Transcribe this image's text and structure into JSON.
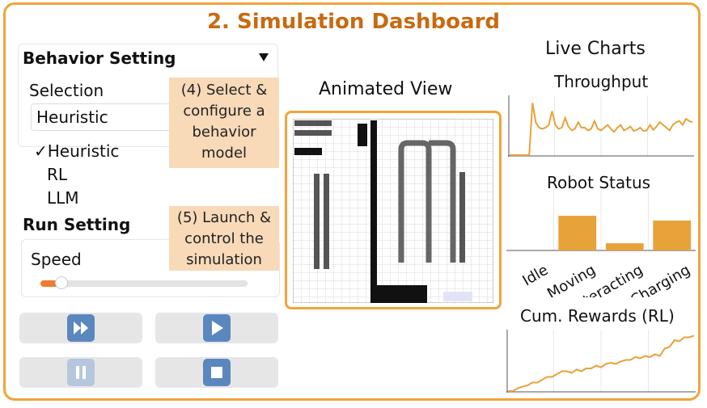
{
  "dashboard": {
    "title": "2. Simulation Dashboard"
  },
  "behavior": {
    "header": "Behavior Setting",
    "toggle_icon": "triangle-down-icon",
    "selection_label": "Selection",
    "selected": "Heuristic",
    "check": "✓",
    "options": [
      "Heuristic",
      "RL",
      "LLM"
    ],
    "note": "(4) Select & configure a behavior model"
  },
  "run": {
    "header": "Run Setting",
    "speed_label": "Speed",
    "speed_fraction": 0.08,
    "note": "(5) Launch & control the simulation",
    "buttons": [
      "fast-forward-icon",
      "play-icon",
      "pause-icon",
      "stop-icon"
    ],
    "colors": {
      "accent": "#f07a2e",
      "button": "#5b87bf"
    }
  },
  "animated": {
    "title": "Animated View"
  },
  "charts": {
    "header": "Live Charts",
    "throughput_title": "Throughput",
    "status_title": "Robot Status",
    "rewards_title": "Cum. Rewards (RL)",
    "color": "#e8a23a"
  },
  "chart_data": [
    {
      "type": "line",
      "title": "Throughput",
      "x": [
        0,
        1,
        2,
        3,
        4,
        5,
        6,
        7,
        8,
        9,
        10,
        11,
        12,
        13,
        14,
        15,
        16,
        17,
        18,
        19,
        20,
        21,
        22,
        23,
        24,
        25,
        26,
        27,
        28,
        29,
        30,
        31,
        32,
        33,
        34,
        35,
        36,
        37,
        38,
        39,
        40,
        41,
        42,
        43,
        44,
        45,
        46,
        47,
        48,
        49,
        50,
        51,
        52,
        53,
        54,
        55,
        56
      ],
      "values": [
        0.0,
        0.0,
        0.0,
        0.0,
        0.0,
        0.0,
        0.0,
        0.95,
        0.6,
        0.5,
        0.48,
        0.5,
        0.55,
        0.8,
        0.55,
        0.48,
        0.5,
        0.68,
        0.52,
        0.45,
        0.48,
        0.6,
        0.5,
        0.5,
        0.45,
        0.48,
        0.62,
        0.48,
        0.45,
        0.5,
        0.55,
        0.48,
        0.42,
        0.5,
        0.55,
        0.45,
        0.48,
        0.52,
        0.44,
        0.46,
        0.5,
        0.44,
        0.45,
        0.55,
        0.46,
        0.52,
        0.6,
        0.55,
        0.5,
        0.45,
        0.55,
        0.6,
        0.62,
        0.55,
        0.66,
        0.62,
        0.6
      ],
      "grid": true
    },
    {
      "type": "bar",
      "title": "Robot Status",
      "categories": [
        "Idle",
        "Moving",
        "Interacting",
        "Charging"
      ],
      "values": [
        0,
        0.58,
        0.12,
        0.5
      ],
      "grid": true
    },
    {
      "type": "line",
      "title": "Cum. Rewards (RL)",
      "x": [
        0,
        1,
        2,
        3,
        4,
        5,
        6,
        7,
        8,
        9,
        10,
        11,
        12,
        13,
        14,
        15,
        16,
        17,
        18,
        19,
        20,
        21,
        22,
        23,
        24,
        25,
        26,
        27,
        28,
        29,
        30,
        31,
        32,
        33,
        34,
        35,
        36,
        37,
        38
      ],
      "values": [
        0.0,
        0.0,
        0.05,
        0.08,
        0.1,
        0.15,
        0.15,
        0.2,
        0.25,
        0.25,
        0.3,
        0.35,
        0.35,
        0.32,
        0.38,
        0.35,
        0.4,
        0.4,
        0.45,
        0.42,
        0.48,
        0.5,
        0.48,
        0.52,
        0.55,
        0.55,
        0.6,
        0.58,
        0.62,
        0.6,
        0.65,
        0.62,
        0.75,
        0.78,
        0.9,
        0.88,
        0.95,
        0.95,
        0.98
      ],
      "grid": true
    }
  ]
}
